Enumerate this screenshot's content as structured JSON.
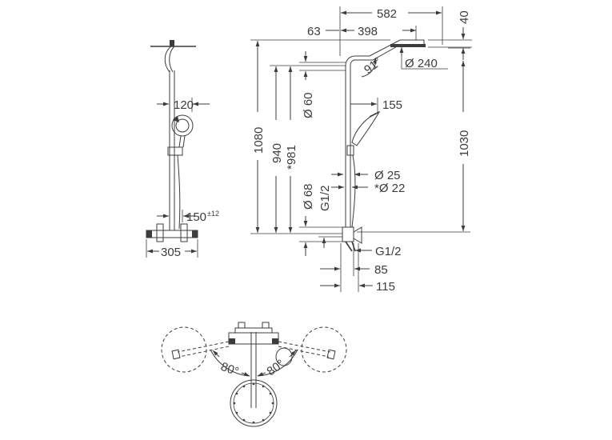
{
  "dims": {
    "d582": "582",
    "d40": "40",
    "d63": "63",
    "d398": "398",
    "d240": "Ø 240",
    "d91": "91°",
    "d60": "Ø 60",
    "d155": "155",
    "d1080": "1080",
    "d940": "940",
    "d981": "*981",
    "d1030": "1030",
    "d25": "Ø 25",
    "d22": "*Ø 22",
    "d68": "Ø 68",
    "g12v": "G1/2",
    "g12h": "G1/2",
    "d85": "85",
    "d115": "115",
    "d120": "120",
    "d150": "150",
    "d150tol": "±12",
    "d305": "305",
    "angle_left": "80°",
    "angle_right": "80°"
  }
}
